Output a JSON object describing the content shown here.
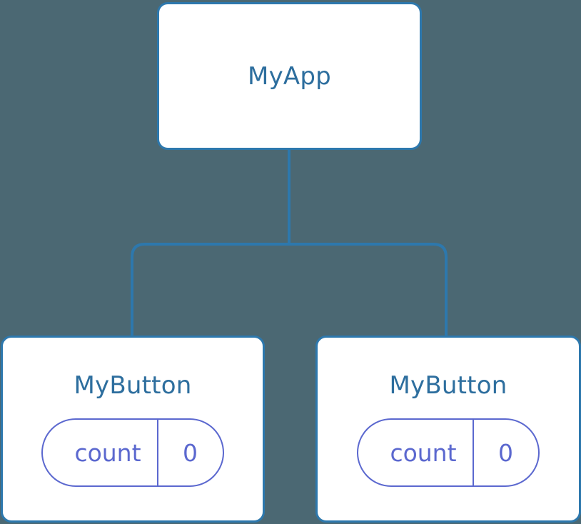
{
  "diagram": {
    "type": "component-tree",
    "background_color": "#4b6873",
    "node_border_color": "#2d78ad",
    "node_title_color": "#2d6e9e",
    "edge_color": "#2d78ad",
    "pill_color": "#5b68cf",
    "root": {
      "title": "MyApp"
    },
    "children": [
      {
        "title": "MyButton",
        "state": {
          "key": "count",
          "value": "0"
        }
      },
      {
        "title": "MyButton",
        "state": {
          "key": "count",
          "value": "0"
        }
      }
    ]
  }
}
